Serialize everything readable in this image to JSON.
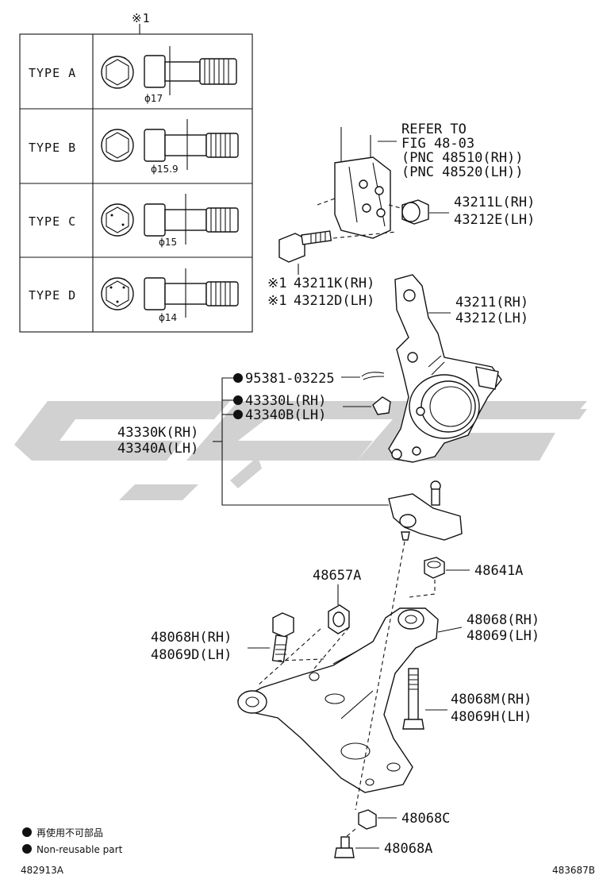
{
  "table": {
    "header_mark": "※1",
    "rows": [
      {
        "type": "TYPE A",
        "dia": "ϕ17"
      },
      {
        "type": "TYPE B",
        "dia": "ϕ15.9"
      },
      {
        "type": "TYPE C",
        "dia": "ϕ15"
      },
      {
        "type": "TYPE D",
        "dia": "ϕ14"
      }
    ]
  },
  "refer": {
    "line1": "REFER TO",
    "line2": "FIG 48-03",
    "line3": "(PNC 48510(RH))",
    "line4": "(PNC 48520(LH))"
  },
  "labels": {
    "p43211L": "43211L(RH)",
    "p43212E": "43212E(LH)",
    "mark1a": "※1",
    "p43211K": "43211K(RH)",
    "mark1b": "※1",
    "p43212D": "43212D(LH)",
    "p43211": "43211(RH)",
    "p43212": "43212(LH)",
    "p95381": "95381-03225",
    "p43330L": "43330L(RH)",
    "p43340B": "43340B(LH)",
    "p43330K": "43330K(RH)",
    "p43340A": "43340A(LH)",
    "p48657A": "48657A",
    "p48641A": "48641A",
    "p48068H": "48068H(RH)",
    "p48069D": "48069D(LH)",
    "p48068": "48068(RH)",
    "p48069": "48069(LH)",
    "p48068M": "48068M(RH)",
    "p48069H": "48069H(LH)",
    "p48068C": "48068C",
    "p48068A": "48068A"
  },
  "legend": {
    "line1": "再使用不可部品",
    "line2": "Non-reusable part"
  },
  "footer": {
    "left_code": "482913A",
    "right_code": "483687B"
  }
}
